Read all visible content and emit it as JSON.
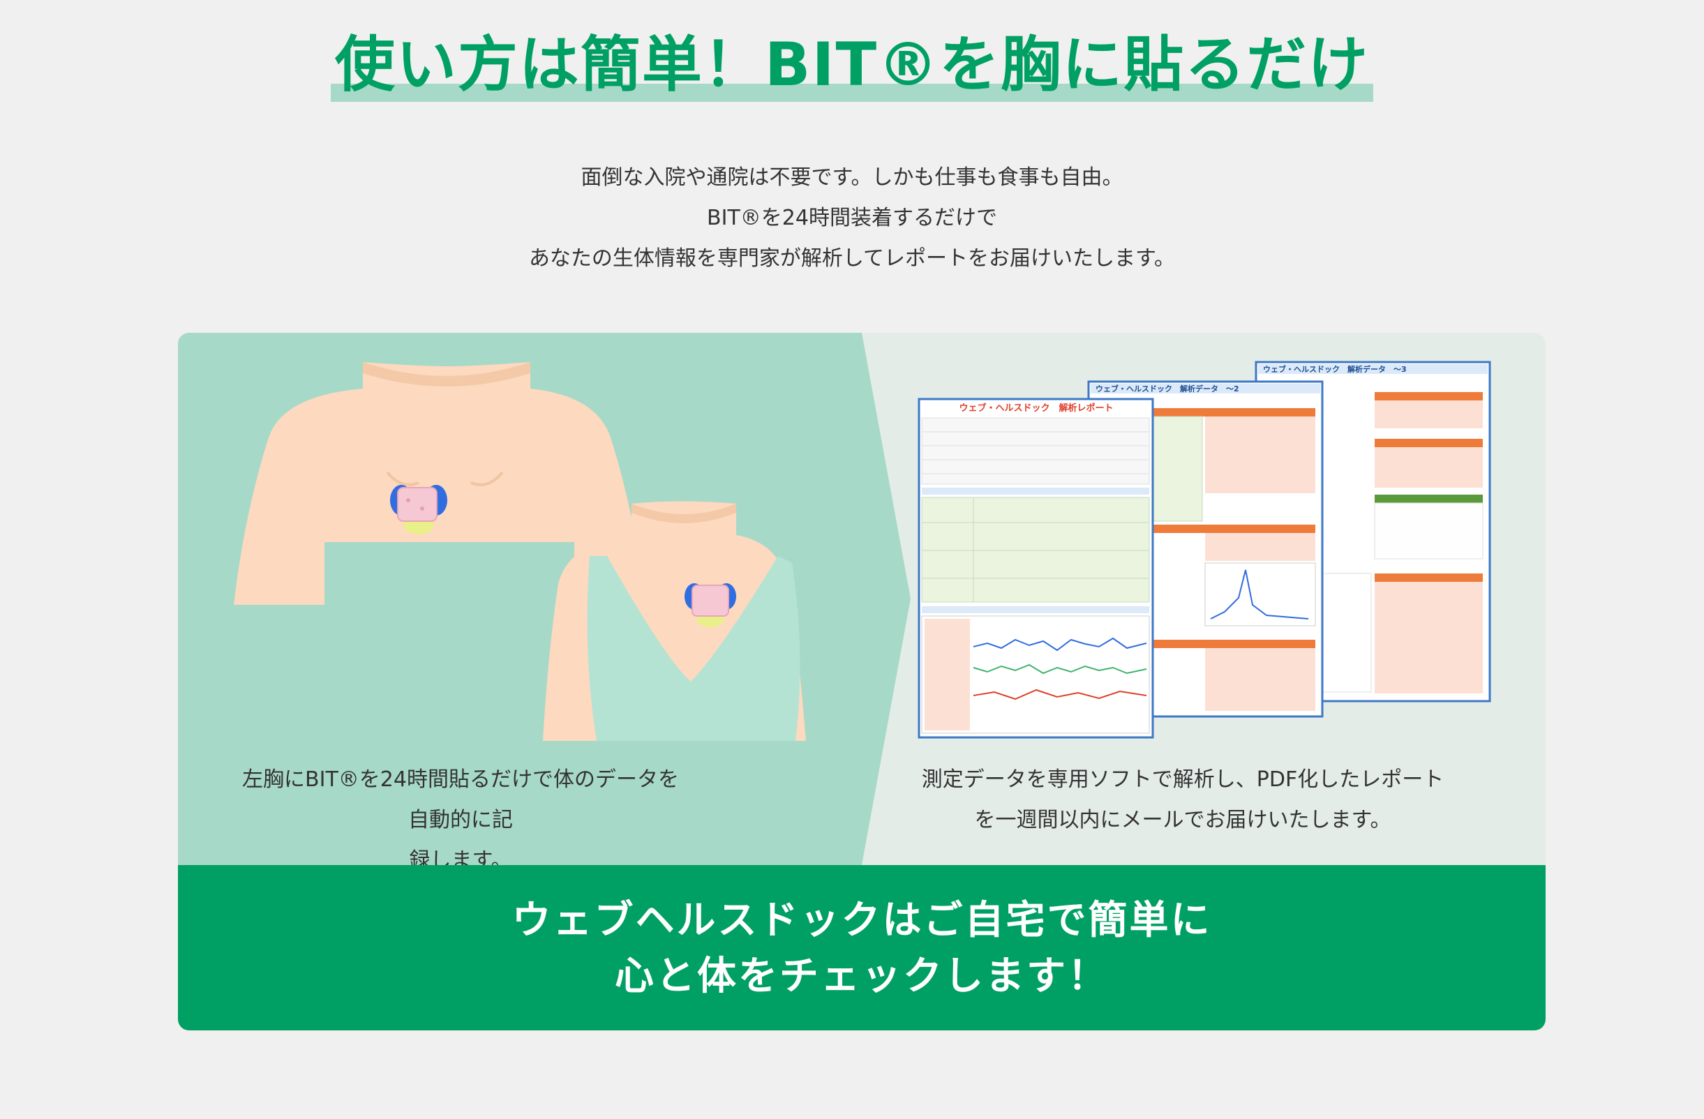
{
  "hero": {
    "headline": "使い方は簡単！BIT®を胸に貼るだけ"
  },
  "intro": {
    "lines": [
      "面倒な入院や通院は不要です。しかも仕事も食事も自由。",
      "BIT®を24時間装着するだけで",
      "あなたの生体情報を専門家が解析してレポートをお届けいたします。"
    ]
  },
  "steps": {
    "left": {
      "caption_lines": [
        "左胸にBIT®を24時間貼るだけで体のデータを自動的に記",
        "録します。"
      ]
    },
    "right": {
      "caption_lines": [
        "測定データを専用ソフトで解析し、PDF化したレポート",
        "を一週間以内にメールでお届けいたします。"
      ]
    }
  },
  "reports": {
    "page1_title": "ウェブ・ヘルスドック　解析レポート",
    "page2_title": "ウェブ・ヘルスドック　解析データ　～2",
    "page3_title": "ウェブ・ヘルスドック　解析データ　～3"
  },
  "banner": {
    "lines": [
      "ウェブヘルスドックはご自宅で簡単に",
      "心と体をチェックします！"
    ]
  },
  "colors": {
    "brand_green": "#00a064",
    "mint": "#a7d9c9",
    "skin": "#fcd9bf",
    "shirt": "#b4e3d4"
  }
}
